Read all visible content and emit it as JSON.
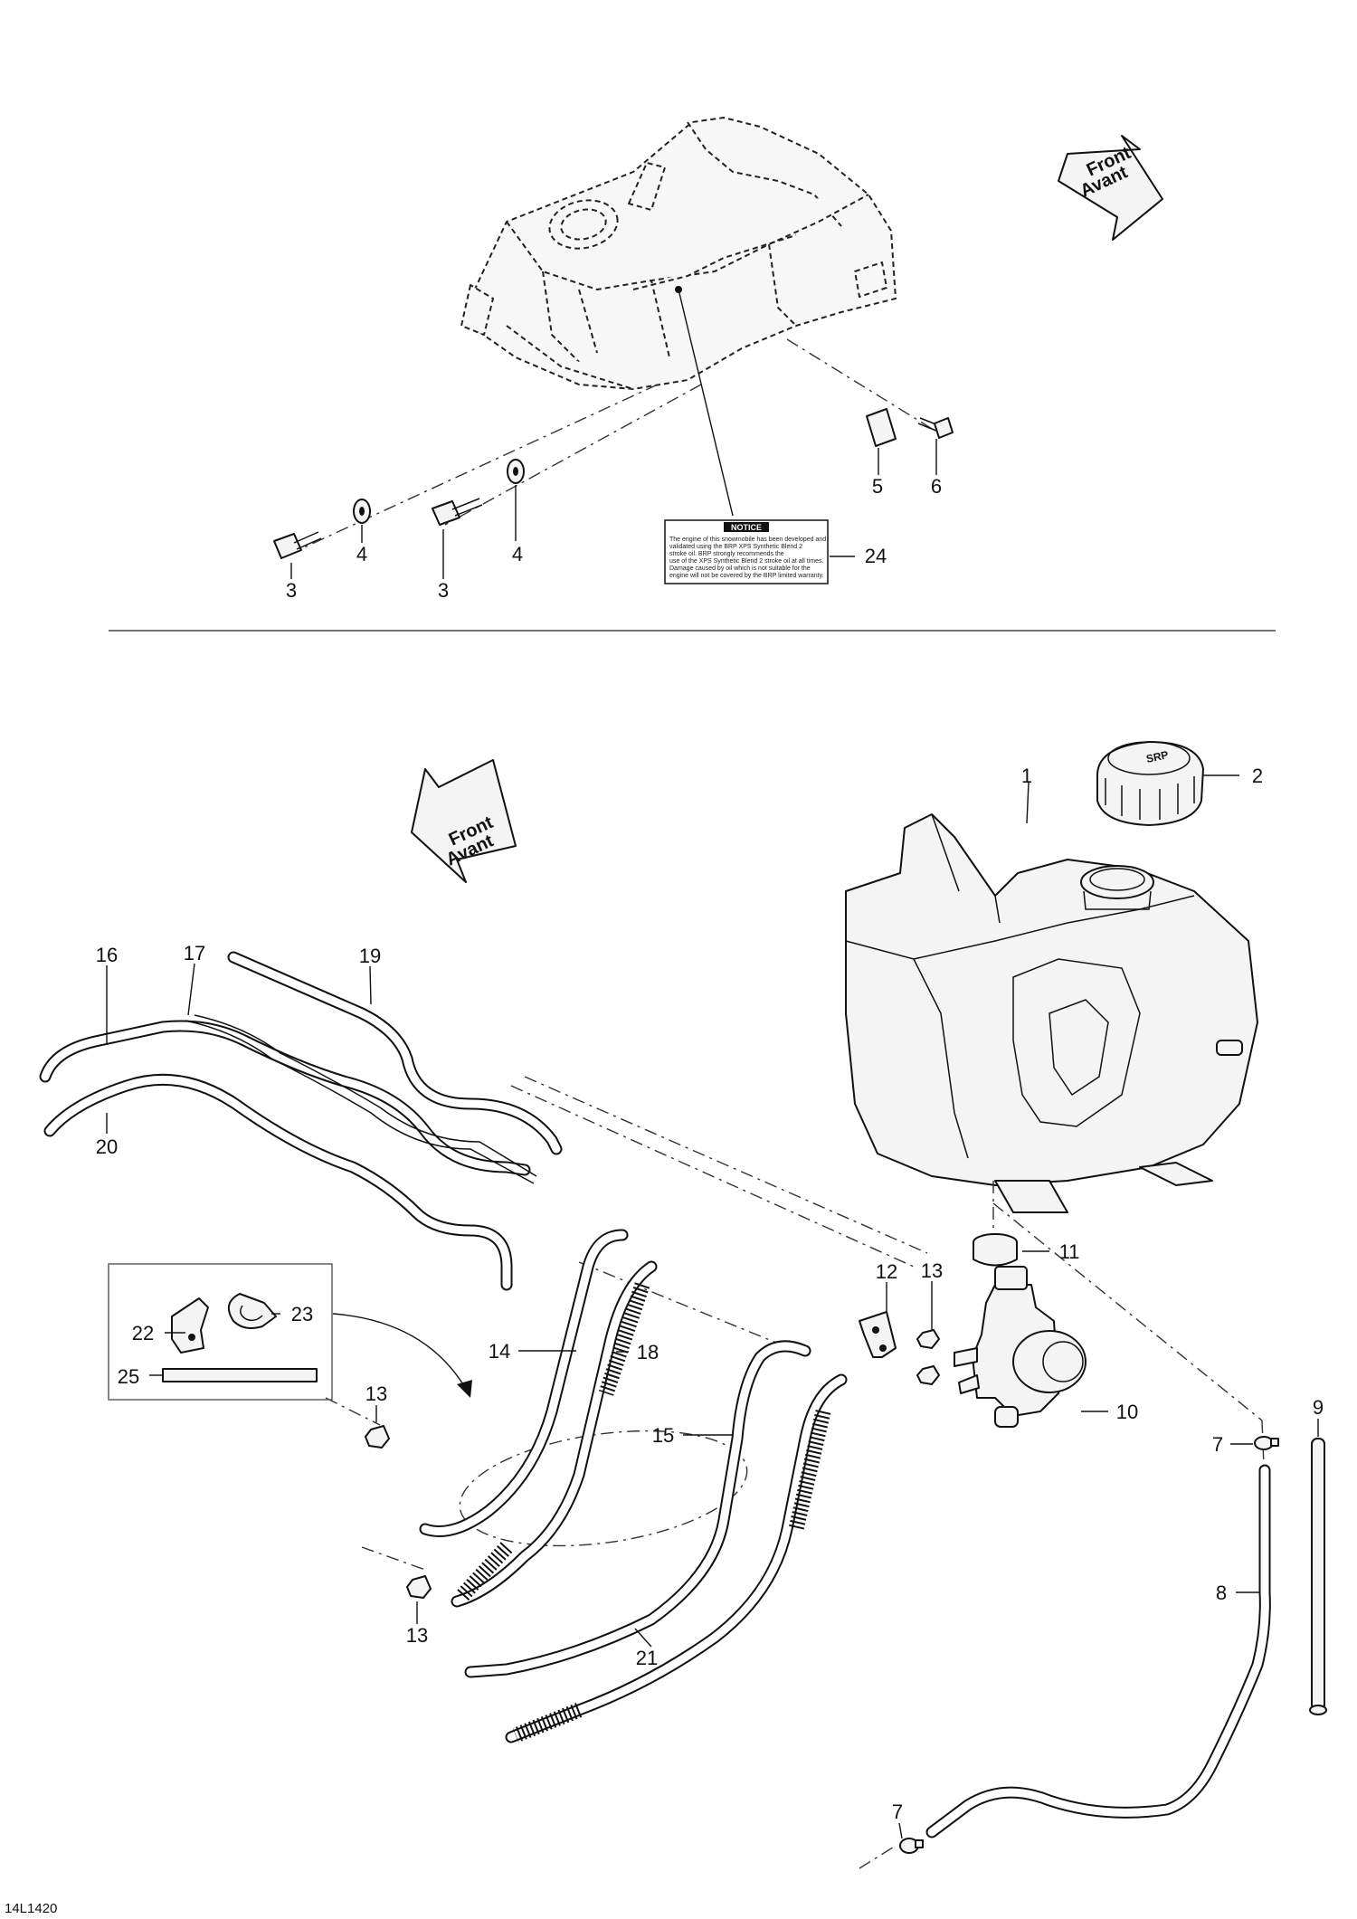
{
  "figure_code": "14L1420",
  "direction_arrow": {
    "line1": "Front",
    "line2": "Avant"
  },
  "notice_label": {
    "heading": "NOTICE",
    "lines": [
      "The engine of this snowmobile has been developed and",
      "validated using the BRP XPS Synthetic Blend 2",
      "stroke oil. BRP strongly recommends the",
      "use of the XPS Synthetic Blend 2 stroke oil at all times.",
      "Damage caused by oil which is not suitable for the",
      "engine will not be covered by the BRP limited warranty."
    ]
  },
  "callouts": {
    "c1": "1",
    "c2": "2",
    "c3a": "3",
    "c3b": "3",
    "c4a": "4",
    "c4b": "4",
    "c5": "5",
    "c6": "6",
    "c7a": "7",
    "c7b": "7",
    "c8": "8",
    "c9": "9",
    "c10": "10",
    "c11": "11",
    "c12": "12",
    "c13a": "13",
    "c13b": "13",
    "c13c": "13",
    "c14": "14",
    "c15": "15",
    "c16": "16",
    "c17": "17",
    "c18": "18",
    "c19": "19",
    "c20": "20",
    "c21": "21",
    "c22": "22",
    "c23": "23",
    "c24": "24",
    "c25": "25"
  },
  "icons": {
    "direction": "front-arrow-icon",
    "tank": "oil-tank-icon",
    "cap": "tank-cap-icon",
    "pump": "oil-pump-icon",
    "bolt": "bolt-icon",
    "washer": "washer-icon",
    "clamp": "clamp-icon",
    "hose": "hose-icon",
    "decal": "notice-decal-icon"
  }
}
